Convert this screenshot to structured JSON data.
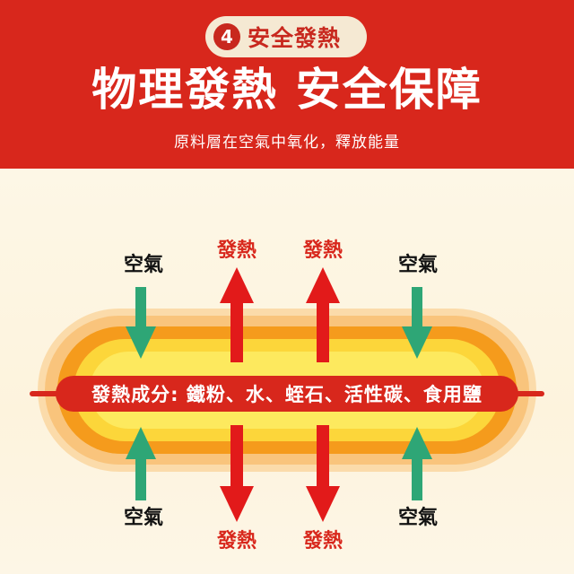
{
  "badge": {
    "number": "4",
    "text": "安全發熱"
  },
  "title": "物理發熱 安全保障",
  "subtitle": "原料層在空氣中氧化，釋放能量",
  "labels": {
    "air": "空氣",
    "heat": "發熱"
  },
  "ingredients": "發熱成分: 鐵粉、水、蛭石、活性碳、食用鹽",
  "colors": {
    "header_red": "#d8271c",
    "badge_bg": "#f5e9d3",
    "heat_red": "#e21a1a",
    "air_green": "#2ea676",
    "outer_orange": "#f9c37a",
    "mid_orange": "#f59a1a",
    "inner_yellow": "#fde33a",
    "core_yellow": "#fff4a0"
  },
  "icons": {
    "air_arrows": "arrow-down-icon / arrow-up-icon (green)",
    "heat_arrows": "arrow-up-icon / arrow-down-icon (red)"
  }
}
